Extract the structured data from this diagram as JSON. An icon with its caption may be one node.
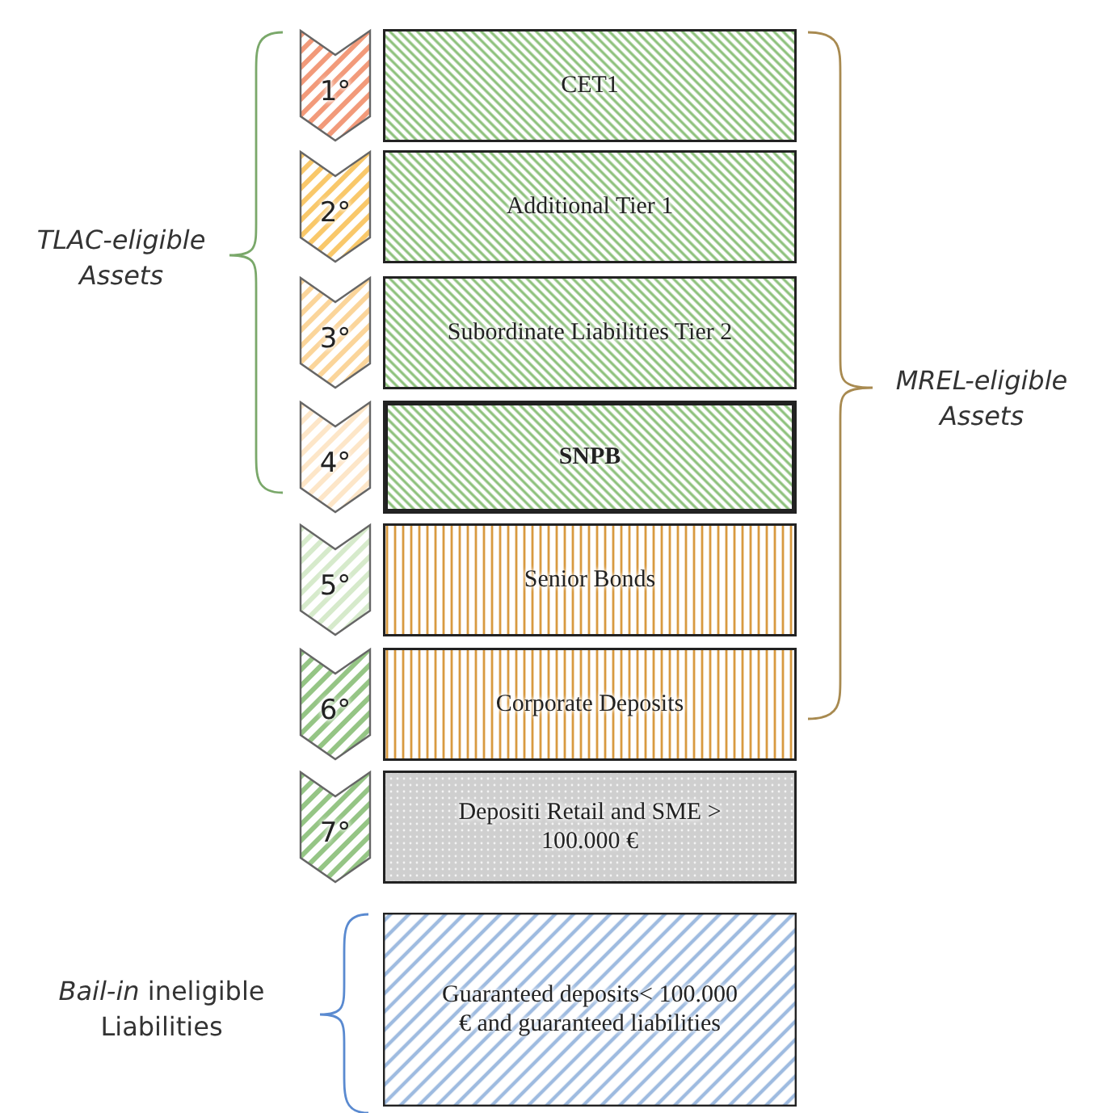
{
  "diagram": {
    "nodes": [
      {
        "text": [
          "1°"
        ]
      },
      {
        "text": [
          "CET1"
        ]
      },
      {
        "text": [
          "2°"
        ]
      },
      {
        "text": [
          "Additional Tier 1"
        ]
      },
      {
        "text": [
          "3°"
        ]
      },
      {
        "text": [
          "Subordinate Liabilities Tier 2"
        ]
      },
      {
        "text": [
          "4°"
        ]
      },
      {
        "text": [
          "SNPB"
        ]
      },
      {
        "text": [
          "5°"
        ]
      },
      {
        "text": [
          "Senior Bonds"
        ]
      },
      {
        "text": [
          "6°"
        ]
      },
      {
        "text": [
          "Corporate Deposits"
        ]
      },
      {
        "text": [
          "7°"
        ]
      },
      {
        "text": [
          "Depositi Retail and SME > 100.000 €"
        ]
      },
      {
        "text": [
          "Guaranteed deposits< 100.000 € and guaranteed liabilities"
        ]
      }
    ],
    "labels": [
      "TLAC-eligible Assets",
      "MREL-eligible Assets",
      "*Bail-in* ineligible Liabilities"
    ]
  }
}
